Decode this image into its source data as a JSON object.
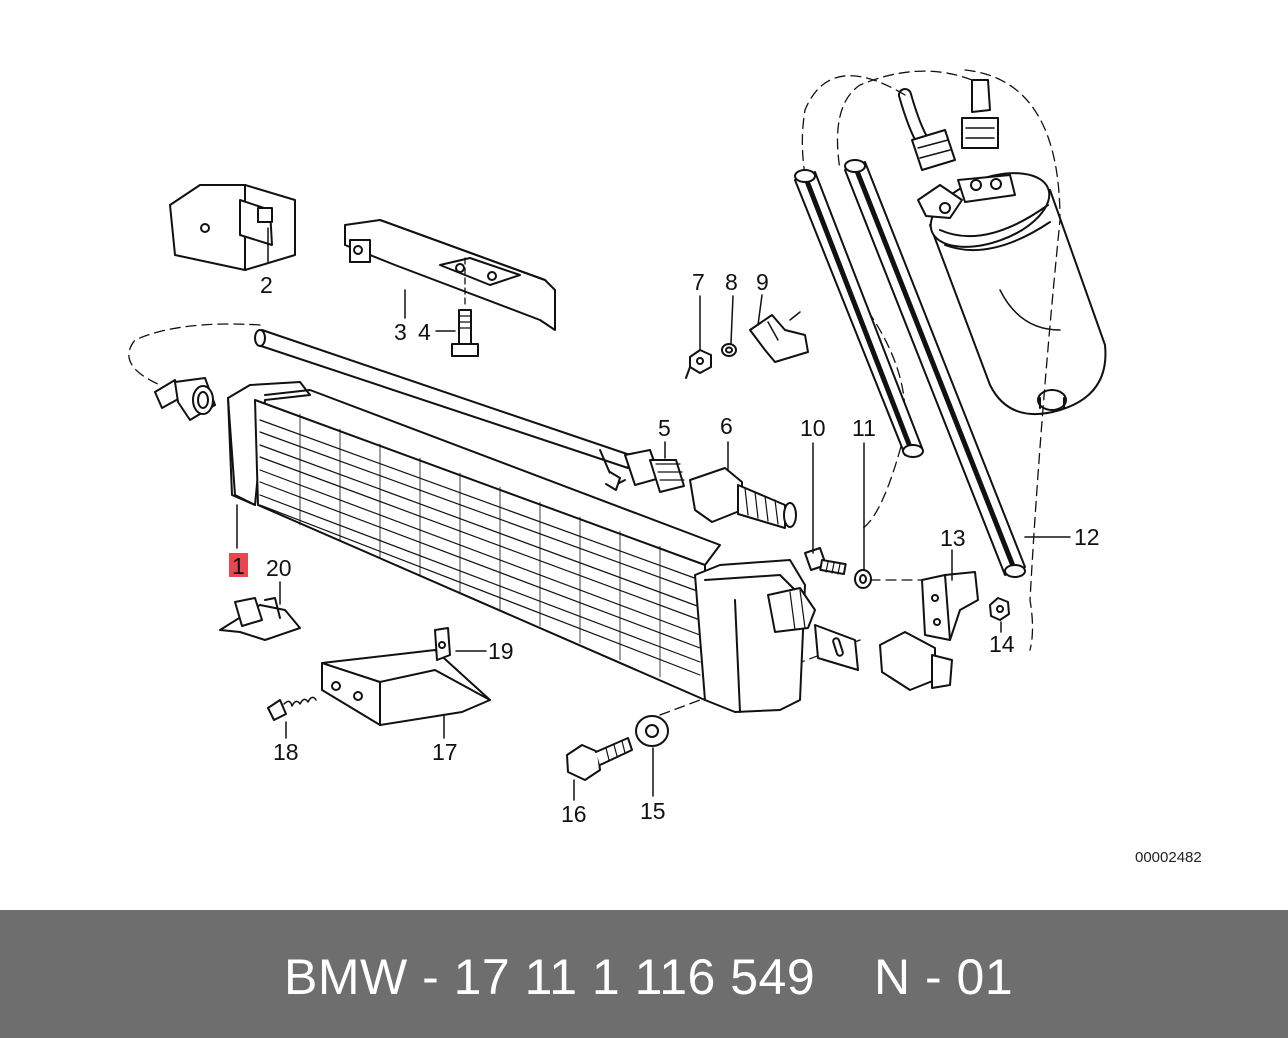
{
  "diagram": {
    "callouts": [
      {
        "id": "1",
        "text": "1"
      },
      {
        "id": "2",
        "text": "2"
      },
      {
        "id": "3",
        "text": "3"
      },
      {
        "id": "4",
        "text": "4"
      },
      {
        "id": "5",
        "text": "5"
      },
      {
        "id": "6",
        "text": "6"
      },
      {
        "id": "7",
        "text": "7"
      },
      {
        "id": "8",
        "text": "8"
      },
      {
        "id": "9",
        "text": "9"
      },
      {
        "id": "10",
        "text": "10"
      },
      {
        "id": "11",
        "text": "11"
      },
      {
        "id": "12",
        "text": "12"
      },
      {
        "id": "13",
        "text": "13"
      },
      {
        "id": "14",
        "text": "14"
      },
      {
        "id": "15",
        "text": "15"
      },
      {
        "id": "16",
        "text": "16"
      },
      {
        "id": "17",
        "text": "17"
      },
      {
        "id": "18",
        "text": "18"
      },
      {
        "id": "19",
        "text": "19"
      },
      {
        "id": "20",
        "text": "20"
      }
    ],
    "highlighted_callout": "1",
    "highlight_color": "#e8474f",
    "diagram_number": "00002482"
  },
  "footer": {
    "part_number": "BMW - 17 11 1 116 549",
    "variant": "N - 01",
    "background_color": "#6e6e6e",
    "text_color": "#ffffff"
  }
}
